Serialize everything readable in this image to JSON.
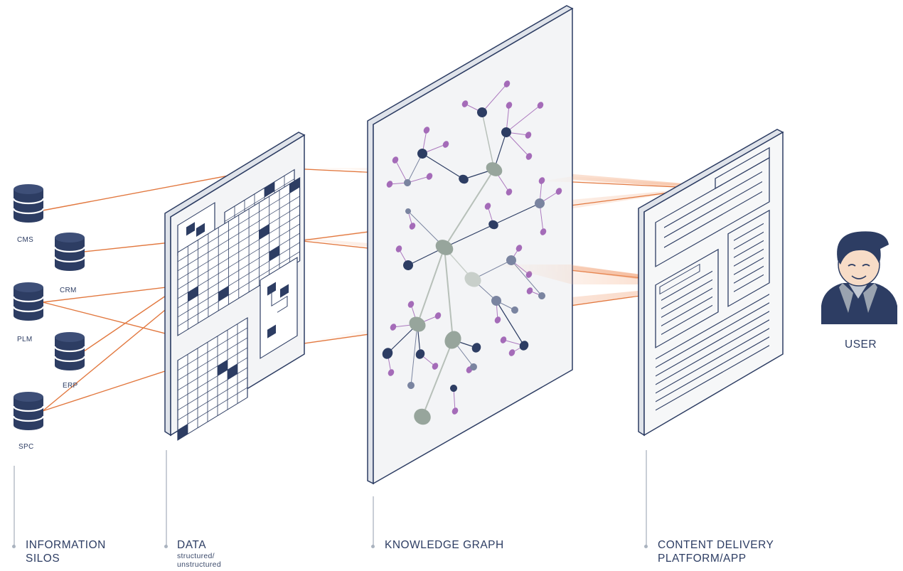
{
  "databases": [
    {
      "label": "CMS"
    },
    {
      "label": "CRM"
    },
    {
      "label": "PLM"
    },
    {
      "label": "ERP"
    },
    {
      "label": "SPC"
    }
  ],
  "sections": {
    "silos": {
      "title_line1": "INFORMATION",
      "title_line2": "SILOS"
    },
    "data": {
      "title": "DATA",
      "sub_line1": "structured/",
      "sub_line2": "unstructured"
    },
    "graph": {
      "title": "KNOWLEDGE GRAPH"
    },
    "delivery": {
      "title_line1": "CONTENT DELIVERY",
      "title_line2": "PLATFORM/APP"
    },
    "user": {
      "label": "USER"
    }
  },
  "colors": {
    "navy": "#2d3d63",
    "connector_orange": "#e2783f",
    "node_purple": "#a46bb8",
    "node_gray": "#97a59c",
    "panel_fill": "#f3f4f6"
  },
  "icons": [
    "database-icon",
    "user-avatar-icon"
  ]
}
